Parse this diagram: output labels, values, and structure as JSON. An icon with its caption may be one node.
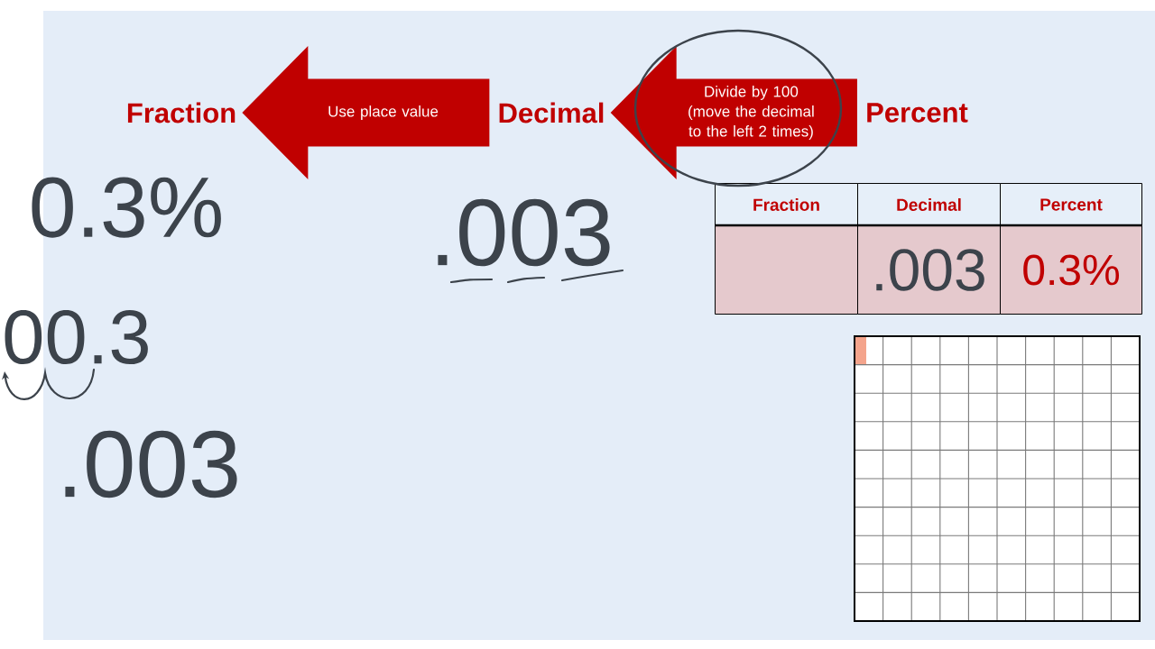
{
  "diagram": {
    "nodes": [
      {
        "text": [
          "Fraction"
        ]
      },
      {
        "text": [
          "Decimal"
        ]
      },
      {
        "text": [
          "Percent"
        ]
      }
    ],
    "edges": [
      {
        "from": 1,
        "to": 0,
        "arrow": "to",
        "label": "Use place value"
      },
      {
        "from": 2,
        "to": 1,
        "arrow": "to",
        "label": "Divide by 100 (move the decimal to the left 2 times)"
      }
    ],
    "labels": [
      "0.3%",
      ".003",
      "Fraction",
      "Decimal",
      "Percent",
      ".003",
      "0.3%",
      "00.3",
      ".003"
    ]
  }
}
